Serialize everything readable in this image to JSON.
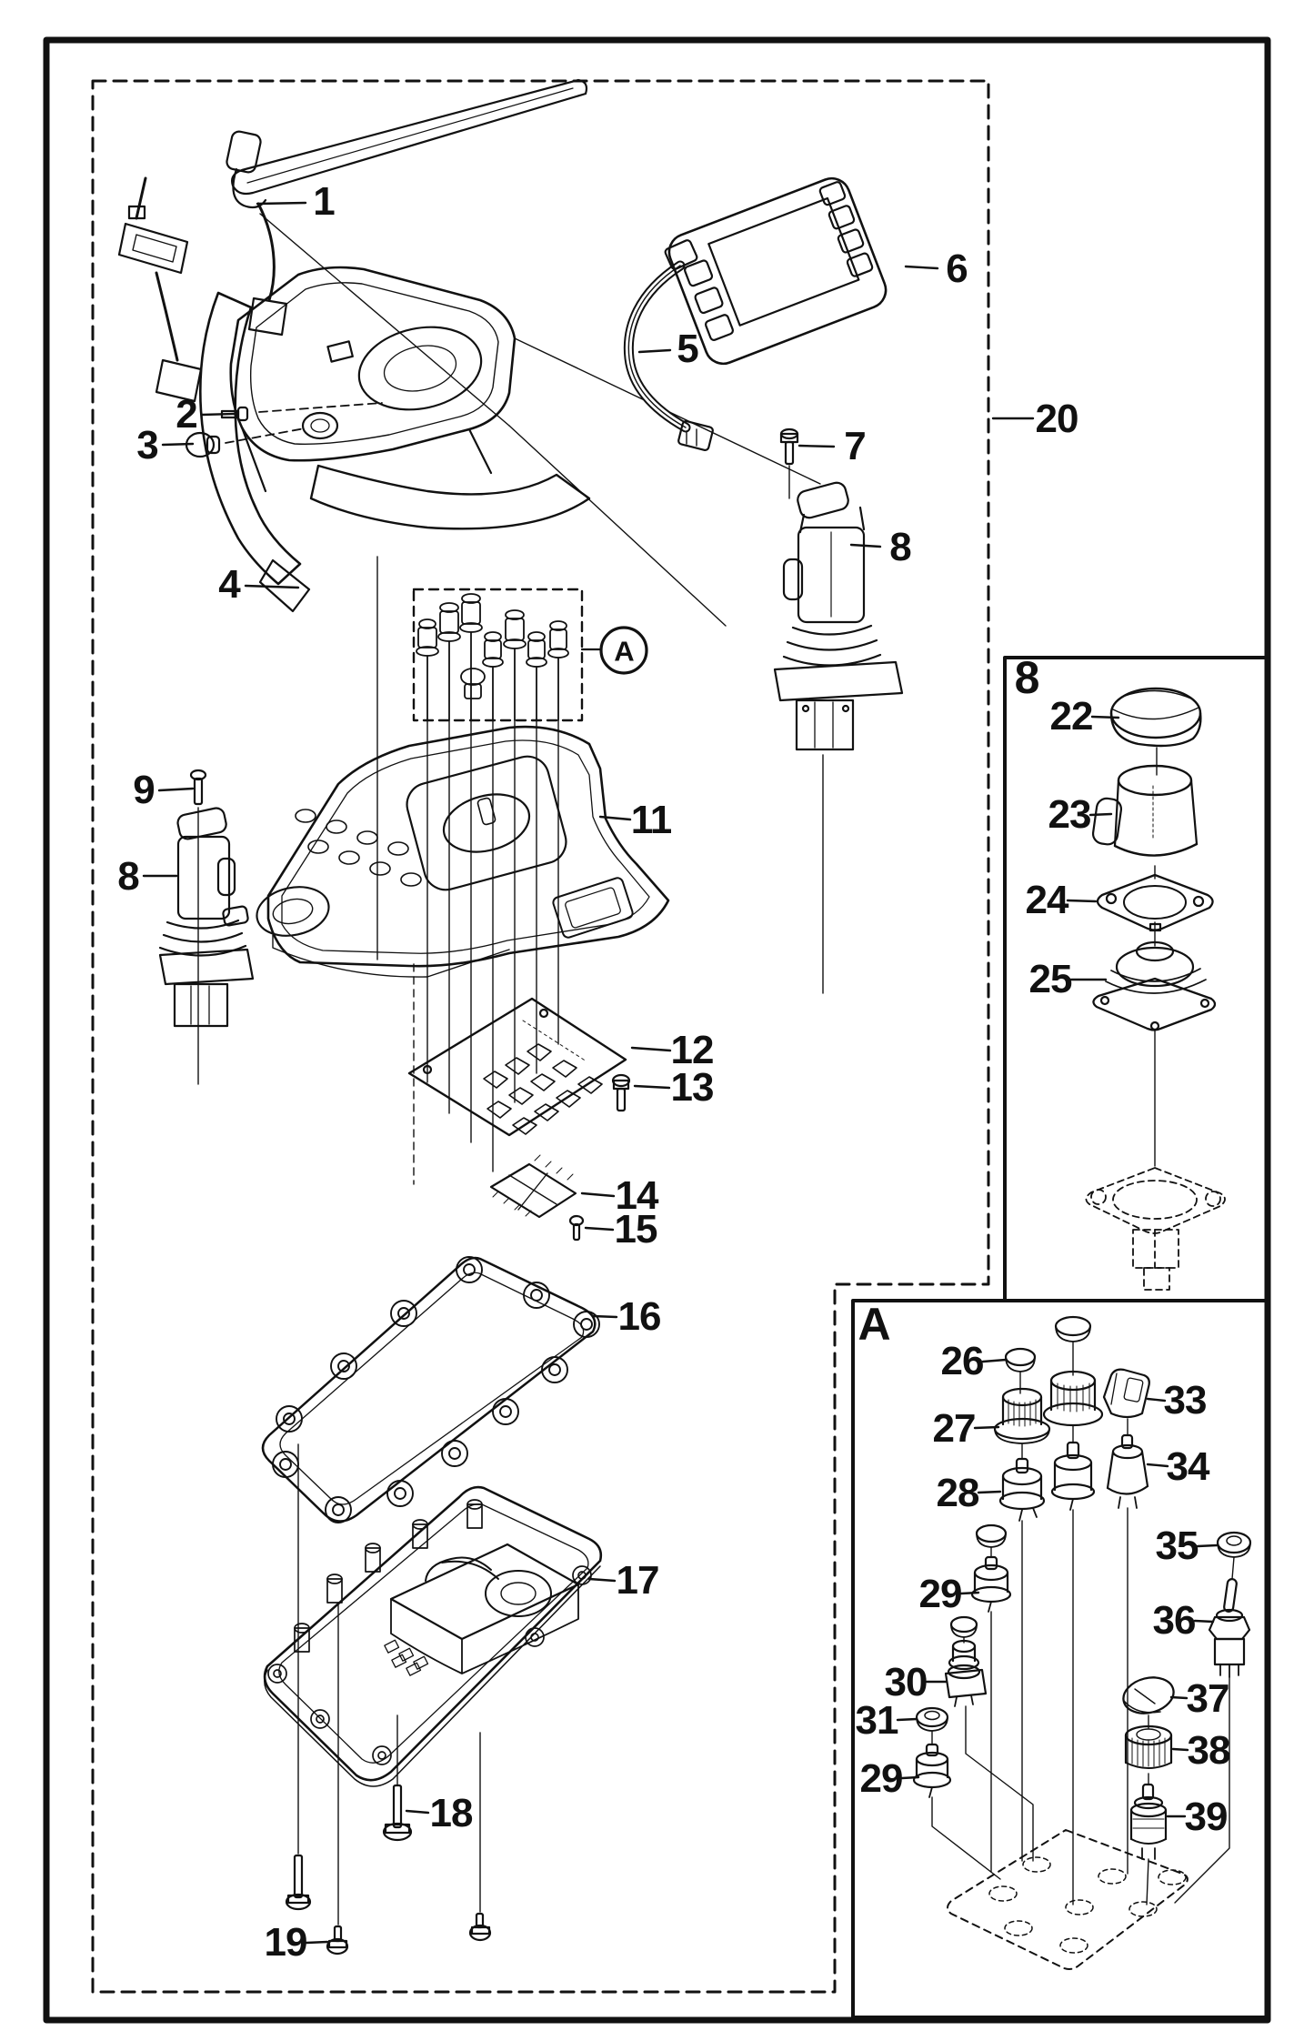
{
  "diagram": {
    "type": "exploded-parts-diagram",
    "background": "#ffffff",
    "ink_color": "#111111",
    "description": "Exploded view of a remote-control unit with numbered part callouts and two detail insets"
  },
  "callouts": {
    "c1": "1",
    "c2": "2",
    "c3": "3",
    "c4": "4",
    "c5": "5",
    "c6": "6",
    "c7": "7",
    "c8_right": "8",
    "c8_left": "8",
    "c9": "9",
    "c11": "11",
    "c12": "12",
    "c13": "13",
    "c14": "14",
    "c15": "15",
    "c16": "16",
    "c17": "17",
    "c18": "18",
    "c19": "19",
    "c20": "20",
    "c22": "22",
    "c23": "23",
    "c24": "24",
    "c25": "25",
    "c26": "26",
    "c27": "27",
    "c28": "28",
    "c29a": "29",
    "c29b": "29",
    "c30": "30",
    "c31": "31",
    "c33": "33",
    "c34": "34",
    "c35": "35",
    "c36": "36",
    "c37": "37",
    "c38": "38",
    "c39": "39"
  },
  "insets": {
    "joystick_detail_label": "8",
    "switch_detail_label": "A",
    "switch_cluster_ref": "A"
  },
  "part_numbers_visible": [
    "1",
    "2",
    "3",
    "4",
    "5",
    "6",
    "7",
    "8",
    "9",
    "11",
    "12",
    "13",
    "14",
    "15",
    "16",
    "17",
    "18",
    "19",
    "20",
    "22",
    "23",
    "24",
    "25",
    "26",
    "27",
    "28",
    "29",
    "30",
    "31",
    "33",
    "34",
    "35",
    "36",
    "37",
    "38",
    "39"
  ]
}
